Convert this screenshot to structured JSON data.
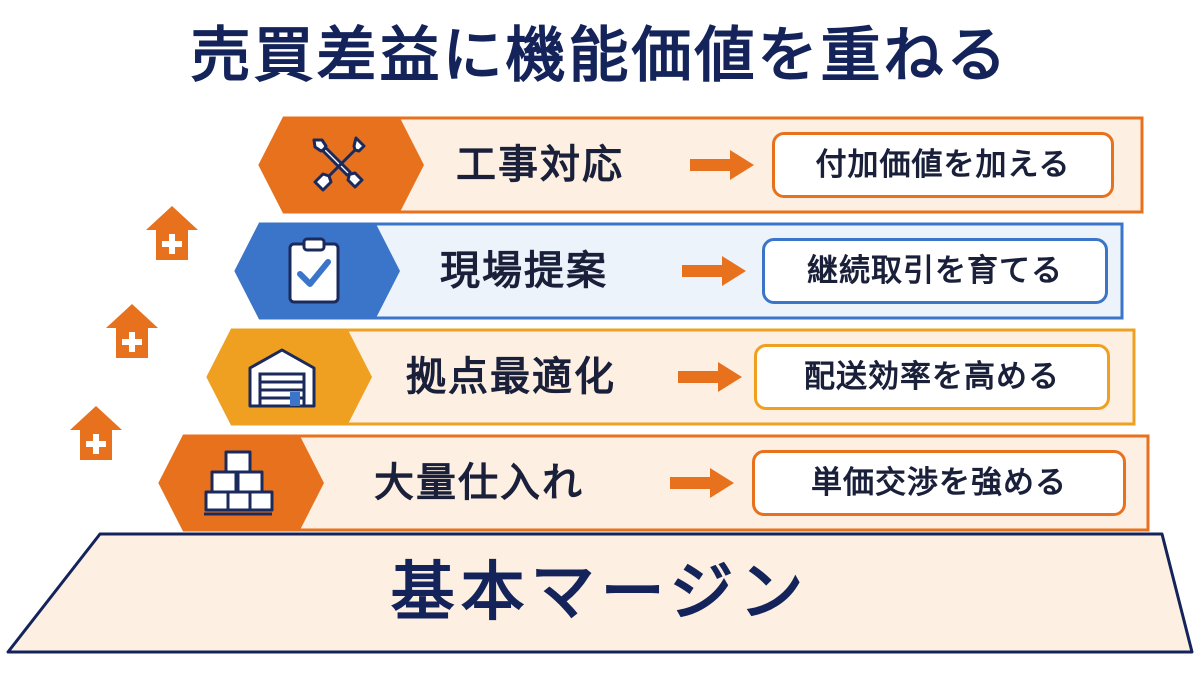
{
  "title": "売買差益に機能価値を重ねる",
  "tiers": [
    {
      "label": "工事対応",
      "result": "付加価値を加える",
      "icon": "tools-icon",
      "color": "#e8711e"
    },
    {
      "label": "現場提案",
      "result": "継続取引を育てる",
      "icon": "clipboard-check-icon",
      "color": "#3a75c9"
    },
    {
      "label": "拠点最適化",
      "result": "配送効率を高める",
      "icon": "warehouse-icon",
      "color": "#f0a020"
    },
    {
      "label": "大量仕入れ",
      "result": "単価交渉を強める",
      "icon": "boxes-icon",
      "color": "#e8711e"
    }
  ],
  "base": {
    "label": "基本マージン"
  },
  "colors": {
    "navy": "#14245a",
    "orange": "#e8711e",
    "blue": "#3a75c9",
    "amber": "#f0a020",
    "cream": "#fdf0e2"
  },
  "decor": {
    "plus_icon": "house-plus-icon",
    "arrow_icon": "right-arrow-icon"
  }
}
